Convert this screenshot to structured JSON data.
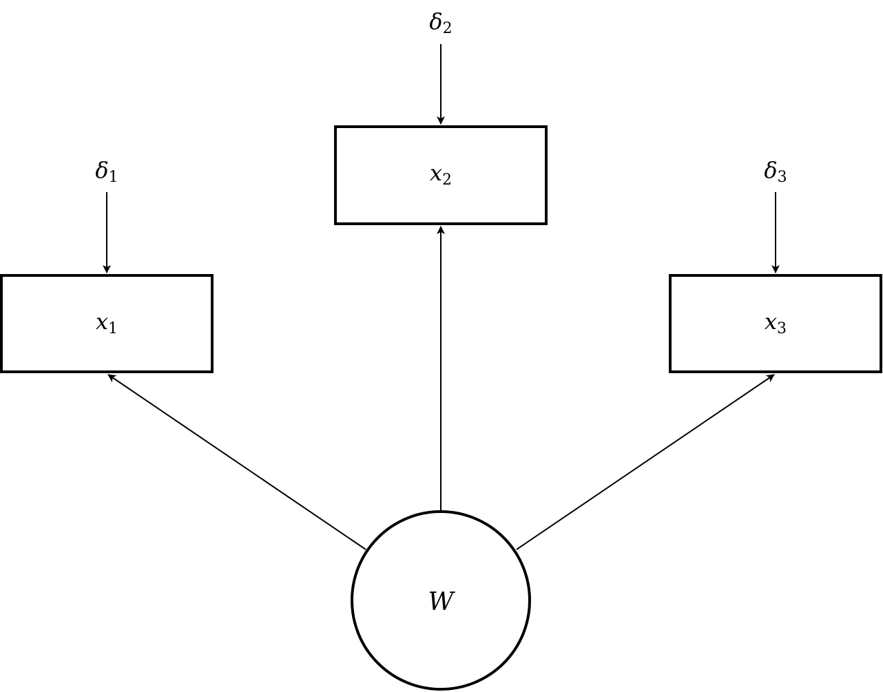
{
  "diagram": {
    "type": "path-diagram",
    "description": "Measurement model: latent variable W loading on three observed indicators with error terms",
    "colors": {
      "stroke": "#000000",
      "fill": "#ffffff",
      "text": "#000000"
    },
    "nodes": [
      {
        "id": "x1",
        "kind": "observed",
        "shape": "rectangle",
        "symbol": "x",
        "subscript": "1"
      },
      {
        "id": "x2",
        "kind": "observed",
        "shape": "rectangle",
        "symbol": "x",
        "subscript": "2"
      },
      {
        "id": "x3",
        "kind": "observed",
        "shape": "rectangle",
        "symbol": "x",
        "subscript": "3"
      },
      {
        "id": "W",
        "kind": "latent",
        "shape": "circle",
        "symbol": "W",
        "subscript": ""
      },
      {
        "id": "d1",
        "kind": "error",
        "shape": "none",
        "symbol": "δ",
        "subscript": "1"
      },
      {
        "id": "d2",
        "kind": "error",
        "shape": "none",
        "symbol": "δ",
        "subscript": "2"
      },
      {
        "id": "d3",
        "kind": "error",
        "shape": "none",
        "symbol": "δ",
        "subscript": "3"
      }
    ],
    "edges": [
      {
        "from": "W",
        "to": "x1"
      },
      {
        "from": "W",
        "to": "x2"
      },
      {
        "from": "W",
        "to": "x3"
      },
      {
        "from": "d1",
        "to": "x1"
      },
      {
        "from": "d2",
        "to": "x2"
      },
      {
        "from": "d3",
        "to": "x3"
      }
    ]
  }
}
